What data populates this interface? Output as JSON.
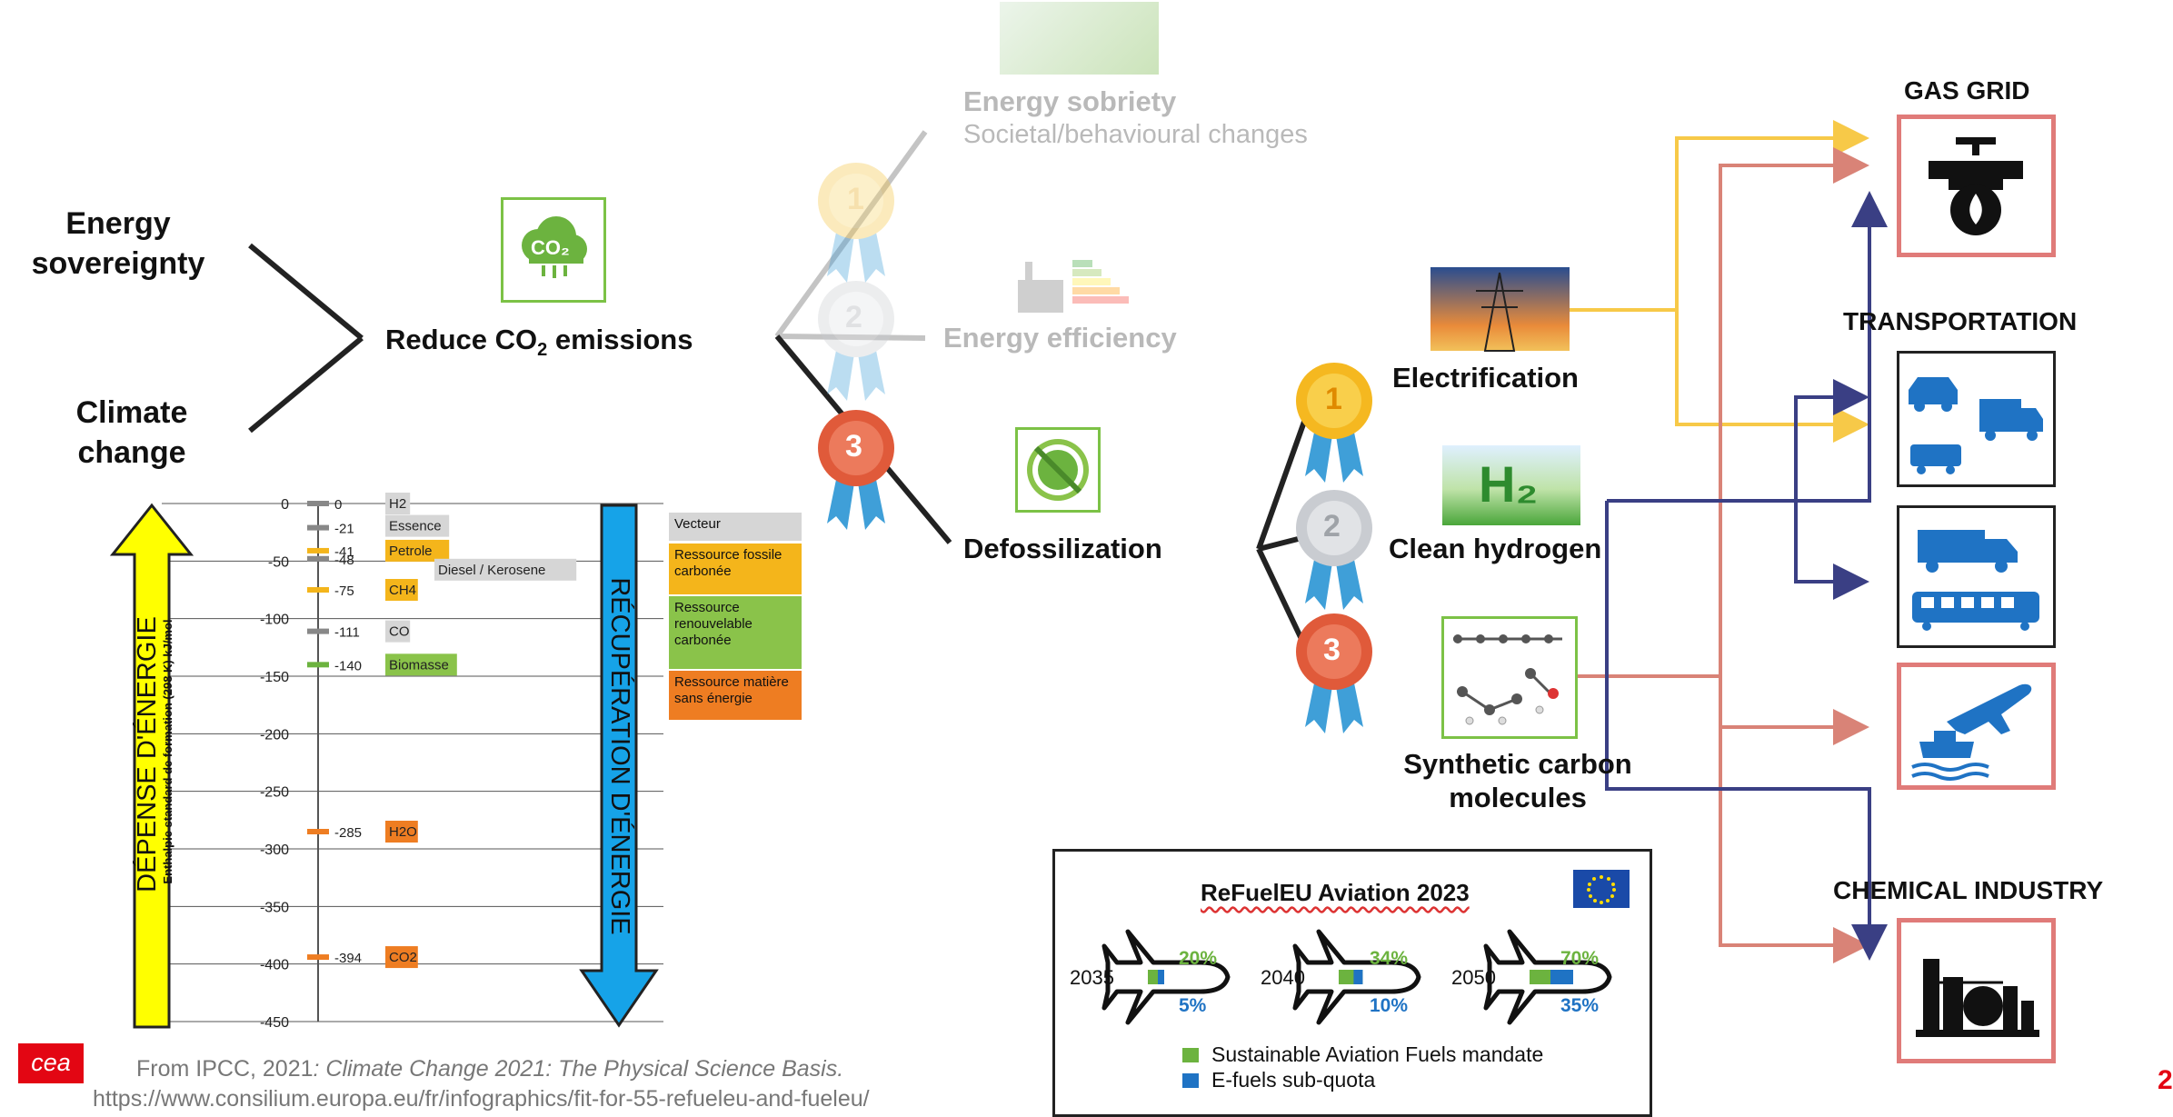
{
  "left": {
    "energy_sovereignty": "Energy\nsovereignty",
    "climate_change": "Climate\nchange",
    "reduce_co2_pre": "Reduce CO",
    "reduce_co2_sub": "2",
    "reduce_co2_post": " emissions",
    "co2_icon_text": "CO₂"
  },
  "medals": {
    "m1": "1",
    "m2": "2",
    "m3": "3"
  },
  "branches": {
    "energy_sobriety": "Energy sobriety",
    "energy_sobriety_sub": "Societal/behavioural changes",
    "energy_efficiency": "Energy efficiency",
    "defossilization": "Defossilization"
  },
  "solutions": {
    "electrification": "Electrification",
    "clean_hydrogen": "Clean hydrogen",
    "synthetic": "Synthetic carbon\nmolecules",
    "h2_icon": "H₂"
  },
  "sectors": {
    "gas_grid": "GAS GRID",
    "transportation": "TRANSPORTATION",
    "chemical_industry": "CHEMICAL INDUSTRY"
  },
  "enthalpy_chart": {
    "ylabel": "Enthalpie standard de formation (298 K) kJ/mol",
    "left_arrow": "DÉPENSE D'ÉNERGIE",
    "right_arrow": "RÉCUPÉRATION D'ÉNERGIE",
    "ticks": [
      "0",
      "-50",
      "-100",
      "-150",
      "-200",
      "-250",
      "-300",
      "-350",
      "-400",
      "-450"
    ],
    "items": [
      {
        "value": "0",
        "label": "H2",
        "type": "grey"
      },
      {
        "value": "-21",
        "label": "Essence",
        "type": "grey"
      },
      {
        "value": "-41",
        "label": "Petrole",
        "type": "orange"
      },
      {
        "value": "-48",
        "label": "Diesel / Kerosene",
        "type": "grey"
      },
      {
        "value": "-75",
        "label": "CH4",
        "type": "orange"
      },
      {
        "value": "-111",
        "label": "CO",
        "type": "grey"
      },
      {
        "value": "-140",
        "label": "Biomasse",
        "type": "green"
      },
      {
        "value": "-285",
        "label": "H2O",
        "type": "dark"
      },
      {
        "value": "-394",
        "label": "CO2",
        "type": "dark"
      }
    ],
    "legend": {
      "header": "Vecteur",
      "fossil": "Ressource fossile carbonée",
      "renewable": "Ressource renouvelable carbonée",
      "noenergy": "Ressource matière sans énergie"
    }
  },
  "refuel": {
    "title": "ReFuelEU Aviation 2023",
    "planes": [
      {
        "year": "2035",
        "saf": "20%",
        "efuel": "5%"
      },
      {
        "year": "2040",
        "saf": "34%",
        "efuel": "10%"
      },
      {
        "year": "2050",
        "saf": "70%",
        "efuel": "35%"
      }
    ],
    "legend_saf": "Sustainable Aviation Fuels mandate",
    "legend_efuel": "E-fuels sub-quota"
  },
  "footer": {
    "logo": "cea",
    "source_pre": "From IPCC, 2021",
    "source_italic": ": Climate Change 2021: The Physical Science Basis.",
    "url": "https://www.consilium.europa.eu/fr/infographics/fit-for-55-refueleu-and-fueleu/",
    "page_number": "2"
  },
  "colors": {
    "gold": "#f5c542",
    "silver": "#c9ccd1",
    "bronze": "#e05a3a",
    "ribbon": "#3f9fd8",
    "yellow_line": "#f7c948",
    "pink_line": "#d98377",
    "navy_line": "#3a3f84",
    "orange": "#f4b51b",
    "green": "#8ac34a",
    "dark_orange": "#ee7d22",
    "box_grey": "#d6d6d6"
  }
}
